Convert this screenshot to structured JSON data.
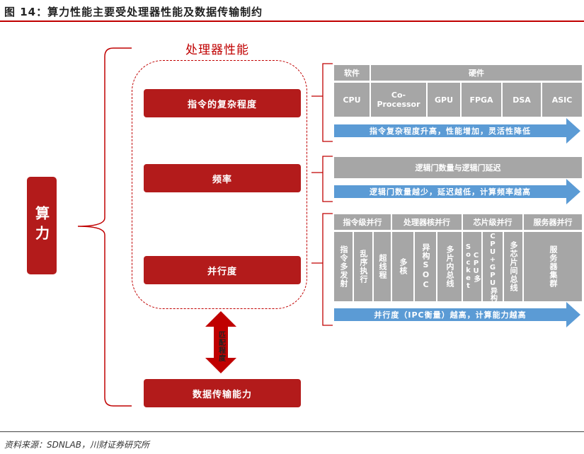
{
  "title": "图 14：算力性能主要受处理器性能及数据传输制约",
  "source": "资料来源：SDNLAB，川财证券研究所",
  "left_label": "算力",
  "processor_label": "处理器性能",
  "factors": [
    "指令的复杂程度",
    "频率",
    "并行度"
  ],
  "data_transfer": "数据传输能力",
  "match_label": "匹配程度",
  "complexity": {
    "software_header": "软件",
    "hardware_header": "硬件",
    "items": [
      "CPU",
      "Co-Processor",
      "GPU",
      "FPGA",
      "DSA",
      "ASIC"
    ],
    "arrow_text": "指令复杂程度升高，性能增加，灵活性降低"
  },
  "frequency": {
    "header": "逻辑门数量与逻辑门延迟",
    "arrow_text": "逻辑门数量越少，延迟越低，计算频率越高"
  },
  "parallelism": {
    "groups": [
      "指令级并行",
      "处理器核并行",
      "芯片级并行",
      "服务器并行"
    ],
    "items": [
      "指令多发射",
      "乱序执行",
      "超线程",
      "多核",
      "异构SOC",
      "多片内总线",
      "CPU多Socket",
      "CPU+GPU异构",
      "多芯片间总线",
      "服务器集群"
    ],
    "arrow_text": "并行度（IPC衡量）越高，计算能力越高"
  },
  "colors": {
    "red": "#b31b1b",
    "gray": "#a6a6a6",
    "blue": "#5b9bd5"
  }
}
